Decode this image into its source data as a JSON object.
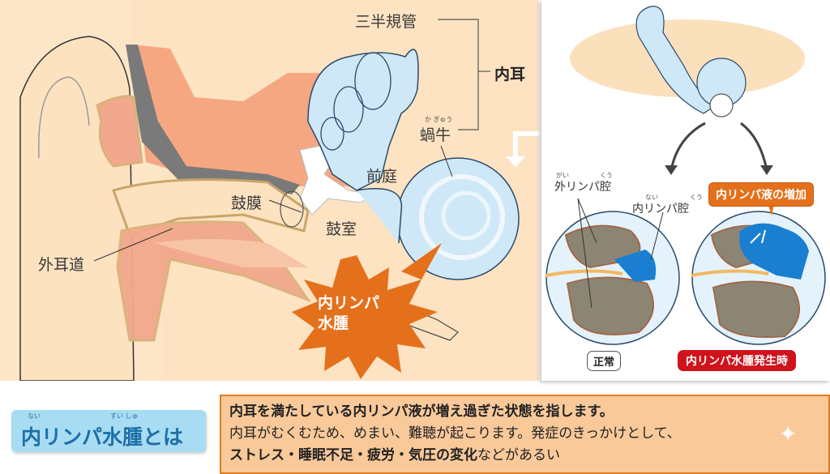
{
  "main_diagram": {
    "labels": {
      "semicircular_canals": "三半規管",
      "inner_ear": "内耳",
      "cochlea": "蝸牛",
      "cochlea_ruby": "か ぎゅう",
      "vestibule": "前庭",
      "eardrum": "鼓膜",
      "tympanic_cavity": "鼓室",
      "ear_canal": "外耳道"
    },
    "starburst": {
      "line1": "内リンパ",
      "line2": "水腫"
    },
    "colors": {
      "background": "#fde6c8",
      "inner_ear_blue": "#cfe8f7",
      "starburst_orange": "#e4701c",
      "tissue_pink": "#f2a88c"
    }
  },
  "detail_panel": {
    "perilymph_label": "外リンパ腔",
    "perilymph_ruby_1": "がい",
    "perilymph_ruby_2": "くう",
    "endolymph_label": "内リンパ腔",
    "endolymph_ruby_1": "ない",
    "endolymph_ruby_2": "くう",
    "callout": "内リンパ液の増加",
    "normal_badge": "正常",
    "hydrops_badge": "内リンパ水腫発生時",
    "colors": {
      "endolymph_blue": "#1a7fd0",
      "badge_red": "#d0121b"
    }
  },
  "footer": {
    "title": "内リンパ水腫とは",
    "title_ruby_1": "ない",
    "title_ruby_2": "すい しゅ",
    "description": {
      "line1": "内耳を満たしている内リンパ液が増え過ぎた状態を指します。",
      "line2": "内耳がむくむため、めまい、難聴が起こります。発症のきっかけとして、",
      "line3_bold": "ストレス・睡眠不足・疲労・気圧の変化",
      "line3_rest": "などがあるい"
    }
  }
}
